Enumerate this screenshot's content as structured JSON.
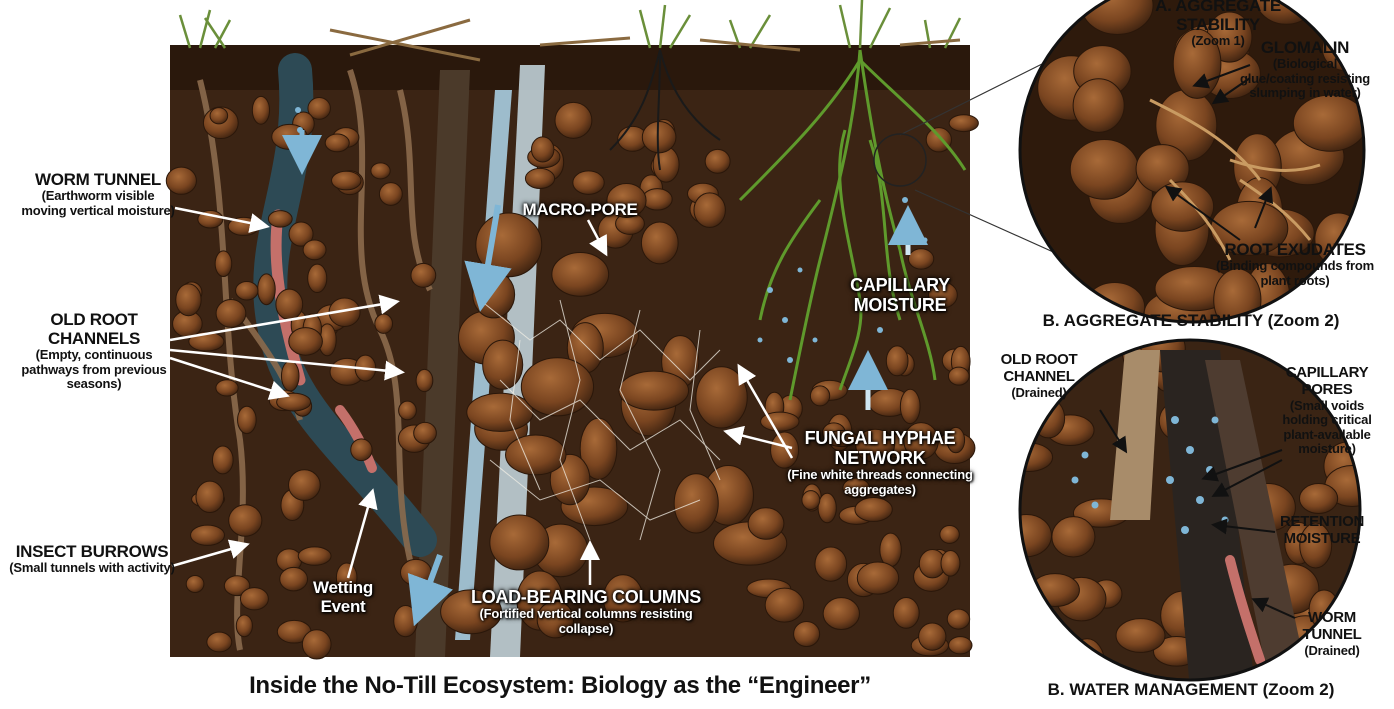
{
  "main_title": "Inside the No-Till Ecosystem: Biology as the “Engineer”",
  "left_panel": {
    "worm_tunnel": {
      "title": "WORM TUNNEL",
      "desc": "(Earthworm visible moving vertical moisture)"
    },
    "old_root_channels": {
      "title": "OLD ROOT CHANNELS",
      "desc": "(Empty, continuous pathways from previous seasons)"
    },
    "insect_burrows": {
      "title": "INSECT BURROWS",
      "desc": "(Small tunnels with activity)"
    },
    "wetting_event": {
      "title": "Wetting Event"
    },
    "macro_pore": {
      "title": "MACRO-PORE"
    },
    "load_bearing": {
      "title": "LOAD-BEARING COLUMNS",
      "desc": "(Fortified vertical columns resisting collapse)"
    },
    "fungal": {
      "title": "FUNGAL HYPHAE NETWORK",
      "desc": "(Fine white threads connecting aggregates)"
    },
    "capillary_moisture": {
      "title": "CAPILLARY MOISTURE"
    }
  },
  "zoom1": {
    "header": "A. AGGREGATE STABILITY",
    "header_sub": "(Zoom 1)",
    "glomalin": {
      "title": "GLOMALIN",
      "desc": "(Biological glue/coating resisting slumping in water)"
    },
    "root_exudates": {
      "title": "ROOT EXUDATES",
      "desc": "(Binding compounds from plant roots)"
    },
    "caption": "B. AGGREGATE STABILITY (Zoom 2)"
  },
  "zoom2": {
    "old_root": {
      "title": "OLD ROOT CHANNEL",
      "desc": "(Drained)"
    },
    "capillary_pores": {
      "title": "CAPILLARY PORES",
      "desc": "(Small voids holding critical plant-available moisture)"
    },
    "retention": {
      "title": "RETENTION MOISTURE"
    },
    "worm": {
      "title": "WORM TUNNEL",
      "desc": "(Drained)"
    },
    "caption": "B. WATER MANAGEMENT (Zoom 2)"
  },
  "colors": {
    "soil_dark": "#3b2414",
    "soil_mid": "#6b3f1e",
    "clod": "#8a5228",
    "water": "#7fb6d6",
    "root_green": "#5f9a2c",
    "hyphae": "#f2efe6"
  }
}
